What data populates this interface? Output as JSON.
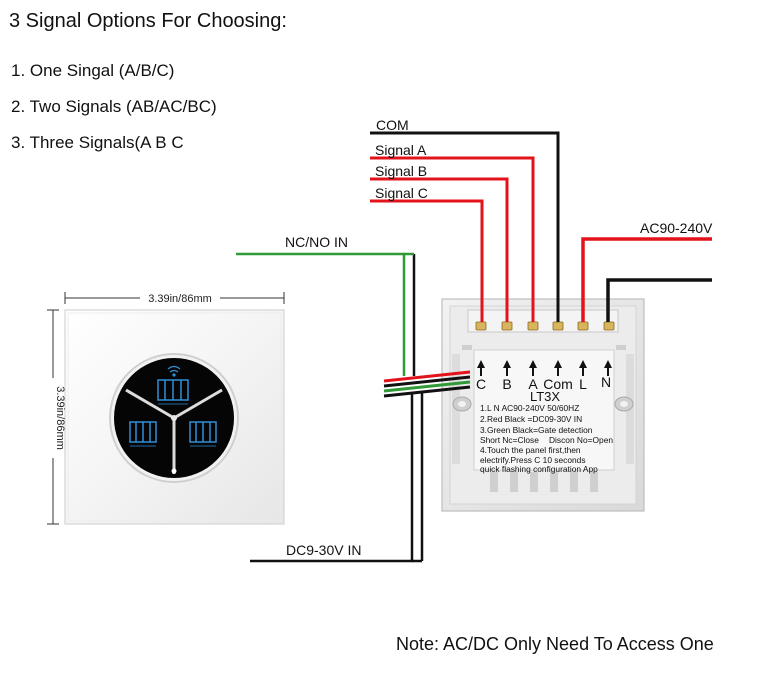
{
  "heading": "3 Signal Options For Choosing:",
  "options": [
    "1. One Singal (A/B/C)",
    "2. Two Signals (AB/AC/BC)",
    "3. Three Signals(A B C"
  ],
  "wires": {
    "com": "COM",
    "signal_a": "Signal A",
    "signal_b": "Signal B",
    "signal_c": "Signal C",
    "ac": "AC90-240V",
    "nc_no": "NC/NO IN",
    "dc": "DC9-30V IN"
  },
  "dimensions": {
    "width": "3.39in/86mm",
    "height": "3.39in/86mm"
  },
  "terminals": [
    "C",
    "B",
    "A",
    "Com",
    "L",
    "N"
  ],
  "module": {
    "model": "LT3X",
    "line1": "1.L N AC90-240V 50/60HZ",
    "line2": "2.Red Black =DC09-30V IN",
    "line3": "3.Green Black=Gate detection",
    "line4a": "Short Nc=Close",
    "line4b": "Discon No=Open",
    "line5": "4.Touch the panel first,then",
    "line6": "electrify.Press C 10 seconds",
    "line7": "quick flashing configuration App"
  },
  "note": "Note: AC/DC Only Need To Access One",
  "colors": {
    "red": "#e3131b",
    "black": "#111111",
    "green": "#2f9a36",
    "panel_bg": "#f7f7f7",
    "button_bg": "#050505",
    "icon_blue": "#2f8fd6"
  },
  "icons": [
    "gate-icon",
    "gate-icon",
    "gate-icon",
    "wifi-icon"
  ]
}
